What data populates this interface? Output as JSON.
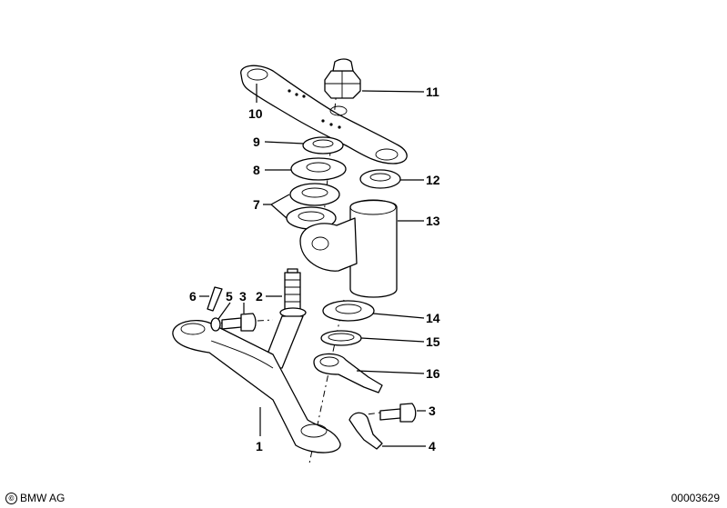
{
  "callouts": [
    {
      "id": "1",
      "label": "1"
    },
    {
      "id": "2",
      "label": "2"
    },
    {
      "id": "3a",
      "label": "3"
    },
    {
      "id": "3b",
      "label": "3"
    },
    {
      "id": "4",
      "label": "4"
    },
    {
      "id": "5",
      "label": "5"
    },
    {
      "id": "6",
      "label": "6"
    },
    {
      "id": "7",
      "label": "7"
    },
    {
      "id": "8",
      "label": "8"
    },
    {
      "id": "9",
      "label": "9"
    },
    {
      "id": "10",
      "label": "10"
    },
    {
      "id": "11",
      "label": "11"
    },
    {
      "id": "12",
      "label": "12"
    },
    {
      "id": "13",
      "label": "13"
    },
    {
      "id": "14",
      "label": "14"
    },
    {
      "id": "15",
      "label": "15"
    },
    {
      "id": "16",
      "label": "16"
    }
  ],
  "footer": {
    "copyright_symbol": "©",
    "copyright_text": "BMW AG",
    "doc_number": "00003629"
  }
}
